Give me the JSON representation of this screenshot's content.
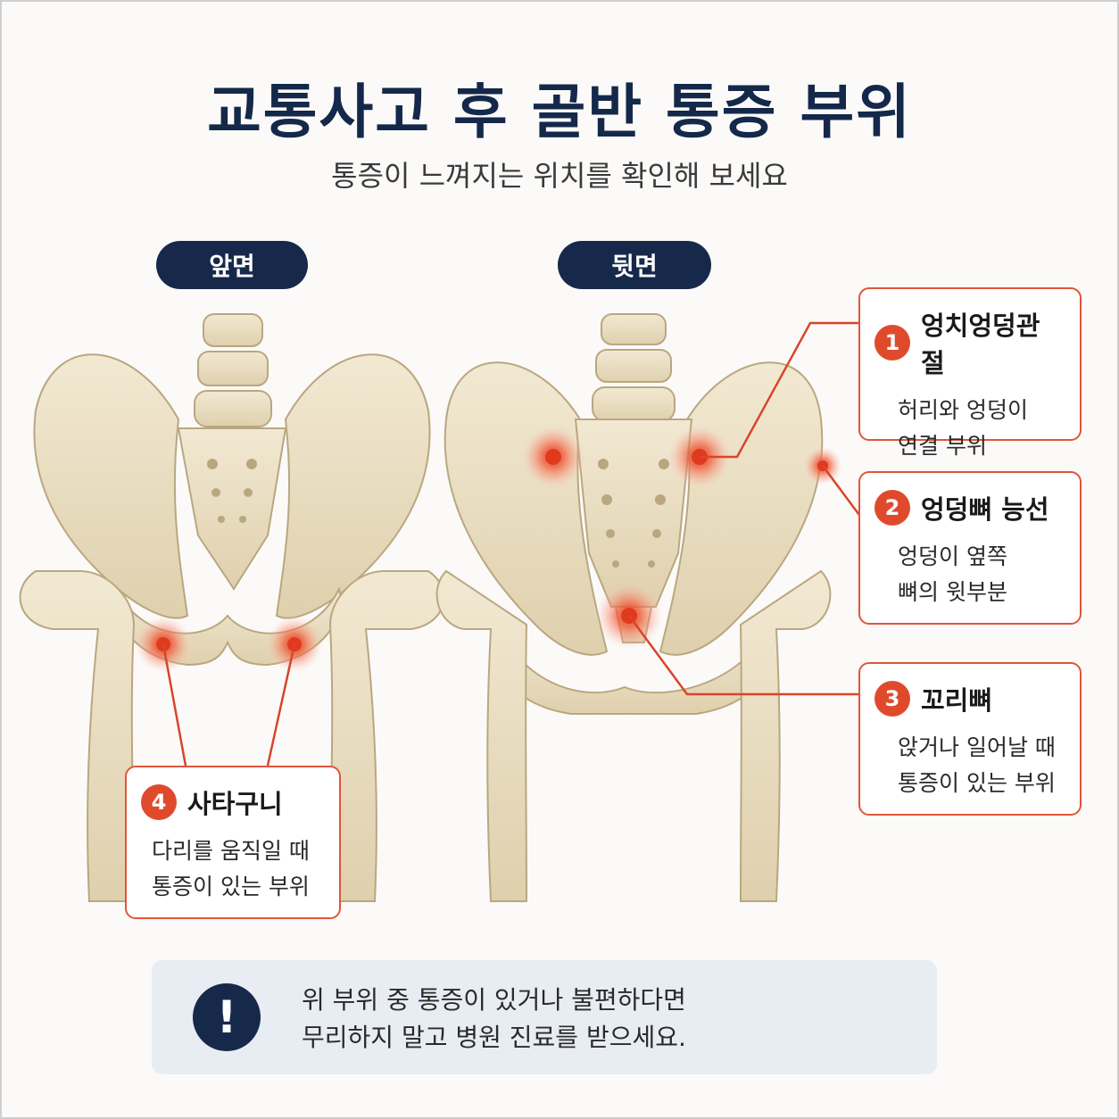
{
  "title": "교통사고 후 골반 통증 부위",
  "subtitle": "통증이 느껴지는 위치를 확인해 보세요",
  "views": {
    "front": "앞면",
    "back": "뒷면"
  },
  "callouts": [
    {
      "number": "1",
      "name": "엉치엉덩관절",
      "desc_lines": [
        "허리와 엉덩이",
        "연결 부위"
      ]
    },
    {
      "number": "2",
      "name": "엉덩뼈 능선",
      "desc_lines": [
        "엉덩이 옆쪽",
        "뼈의 윗부분"
      ]
    },
    {
      "number": "3",
      "name": "꼬리뼈",
      "desc_lines": [
        "앉거나 일어날 때",
        "통증이 있는 부위"
      ]
    },
    {
      "number": "4",
      "name": "사타구니",
      "desc_lines": [
        "다리를 움직일 때",
        "통증이 있는 부위"
      ]
    }
  ],
  "notice": {
    "icon": "exclamation-icon",
    "lines": [
      "위 부위 중 통증이 있거나 불편하다면",
      "무리하지 말고 병원 진료를 받으세요."
    ]
  },
  "colors": {
    "navy": "#17294a",
    "accent": "#e04a2c",
    "bone": "#ece1c6",
    "notice_bg": "#e8edf4"
  }
}
